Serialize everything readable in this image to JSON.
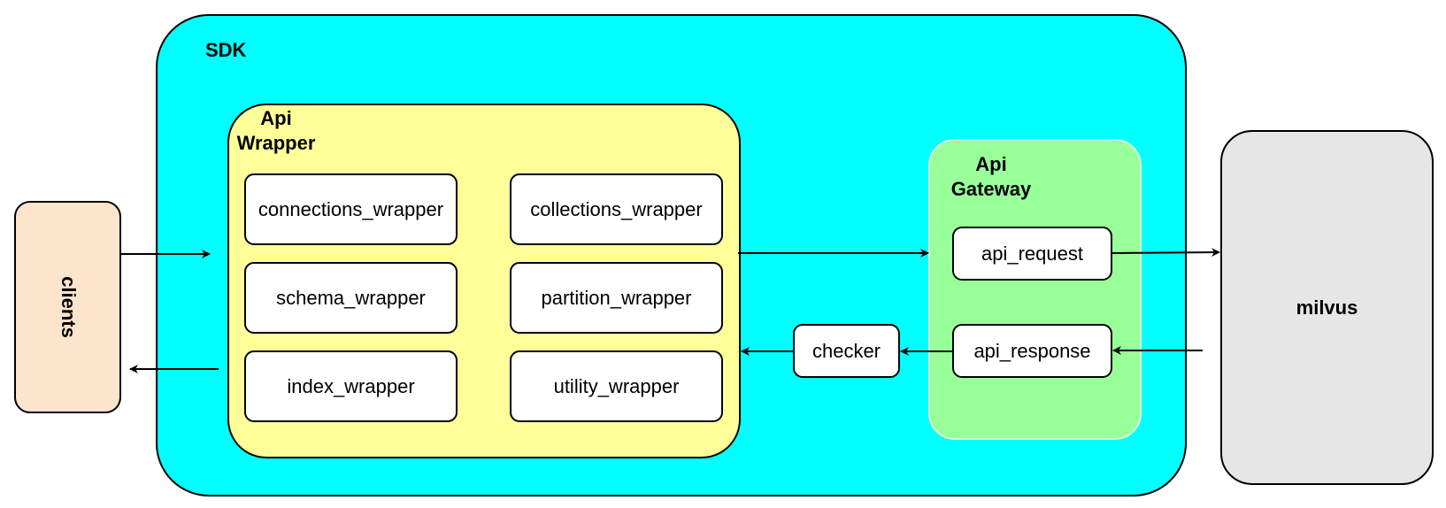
{
  "sdk": {
    "title": "SDK"
  },
  "clients": {
    "label": "clients"
  },
  "milvus": {
    "label": "milvus"
  },
  "api_wrapper": {
    "title": "Api Wrapper",
    "items": [
      "connections_wrapper",
      "collections_wrapper",
      "schema_wrapper",
      "partition_wrapper",
      "index_wrapper",
      "utility_wrapper"
    ]
  },
  "api_gateway": {
    "title": "Api Gateway",
    "request": "api_request",
    "response": "api_response"
  },
  "checker": {
    "label": "checker"
  },
  "colors": {
    "sdk": "#00ffff",
    "api_wrapper": "#ffff99",
    "api_gateway": "#99ff99",
    "clients": "#fde4cc",
    "milvus": "#e6e6e6"
  }
}
